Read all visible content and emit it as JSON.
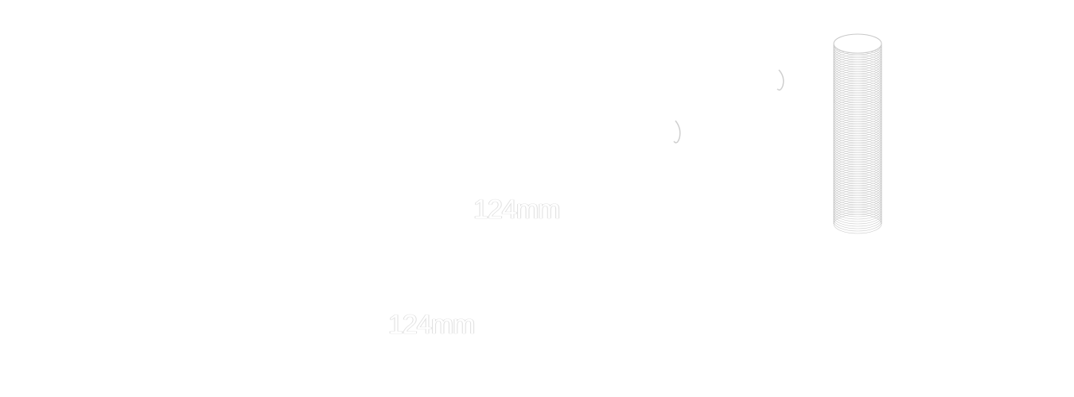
{
  "labels": {
    "upper_dimension": "124mm",
    "lower_dimension": "124mm"
  },
  "colors": {
    "background": "#ffffff",
    "stroke": "#c8c8c8",
    "text_outline": "#d8d8d8"
  },
  "icons": {
    "cylinder": "stacked-ring-cylinder"
  }
}
